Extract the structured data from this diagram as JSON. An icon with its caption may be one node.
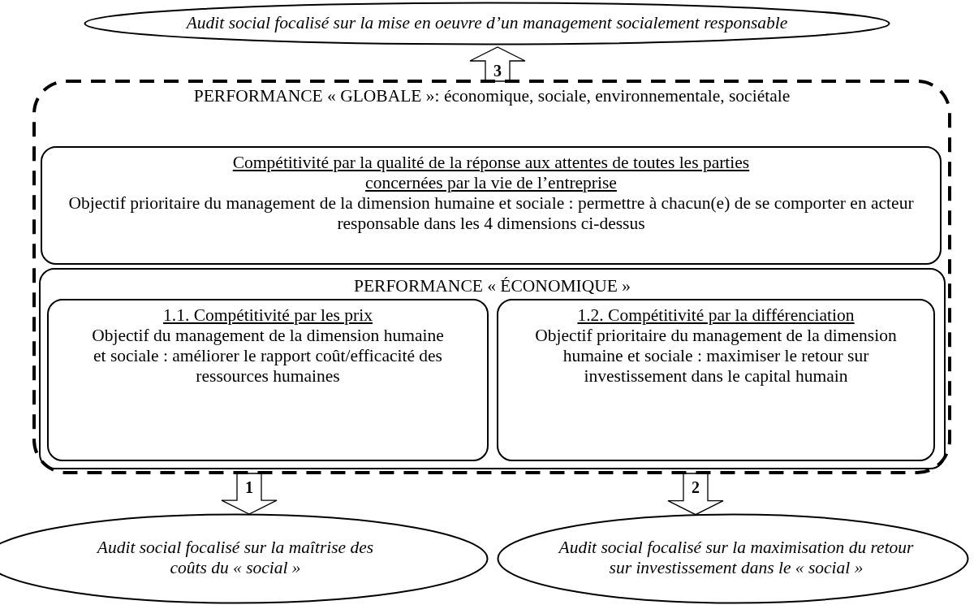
{
  "diagram": {
    "nodes": [
      {
        "text": [
          "Audit social focalisé sur la mise en oeuvre d’un management socialement responsable"
        ]
      },
      {
        "text": [
          "PERFORMANCE « GLOBALE »:  économique, sociale, environnementale, sociétale"
        ]
      },
      {
        "text": [
          "Compétitivité par la qualité de la réponse aux attentes de toutes les parties concernées par la vie de l’entreprise",
          "Objectif prioritaire du management de la dimension humaine et sociale : permettre à chacun(e) de se comporter en acteur responsable dans les 4 dimensions ci-dessus"
        ],
        "in": 1
      },
      {
        "text": [
          "PERFORMANCE « ÉCONOMIQUE »"
        ],
        "in": 1
      },
      {
        "text": [
          "1.1. Compétitivité par les prix",
          "Objectif du management de la dimension humaine et sociale : améliorer le rapport coût/efficacité des ressources humaines"
        ],
        "in": 3
      },
      {
        "text": [
          "1.2. Compétitivité par la différenciation",
          "Objectif prioritaire du management de la dimension humaine et sociale : maximiser le retour sur investissement dans le capital humain"
        ],
        "in": 3
      },
      {
        "text": [
          "Audit social focalisé sur la maîtrise des coûts du « social »"
        ]
      },
      {
        "text": [
          "Audit social focalisé sur la maximisation du retour sur investissement dans le « social »"
        ]
      }
    ],
    "edges": [
      {
        "from": 1,
        "to": 0,
        "arrow": "to",
        "label": "3"
      },
      {
        "from": 1,
        "to": 6,
        "arrow": "to",
        "label": "1"
      },
      {
        "from": 1,
        "to": 7,
        "arrow": "to",
        "label": "2"
      }
    ]
  }
}
